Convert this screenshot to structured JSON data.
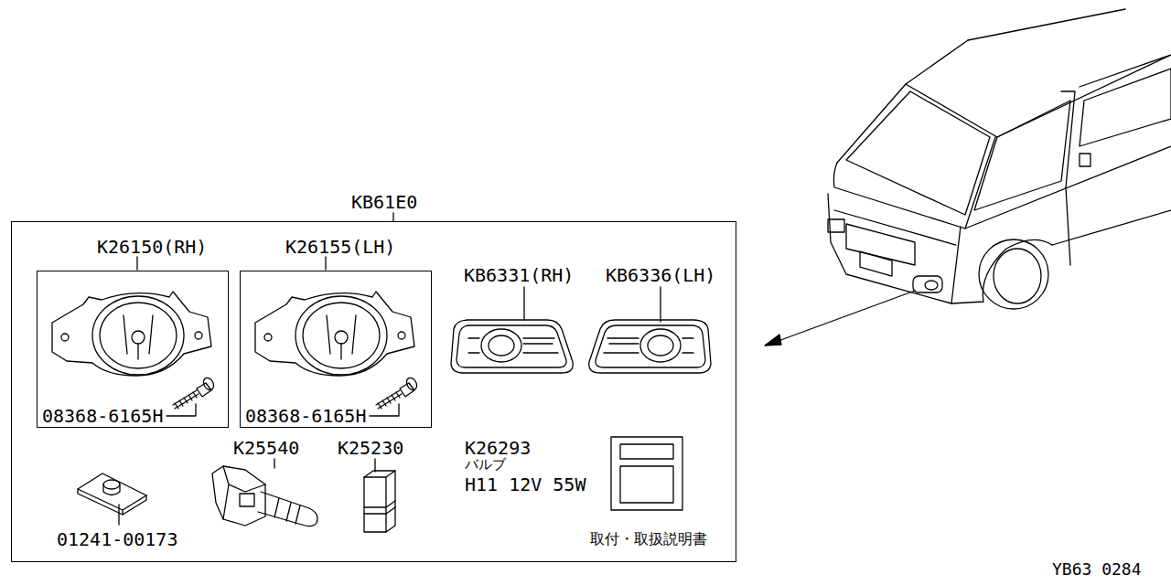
{
  "diagram": {
    "nodes": [
      {
        "text": [
          "KB61E0"
        ]
      },
      {
        "text": [
          "K26150(RH)",
          "08368-6165H"
        ],
        "in": 0
      },
      {
        "text": [
          "K26155(LH)",
          "08368-6165H"
        ],
        "in": 0
      }
    ],
    "labels": [
      "KB6331(RH)",
      "KB6336(LH)",
      "K25540",
      "K25230",
      "K26293",
      "バルブ",
      "H11 12V 55W",
      "01241-00173",
      "取付・取扱説明書",
      "YB63 0284"
    ]
  }
}
